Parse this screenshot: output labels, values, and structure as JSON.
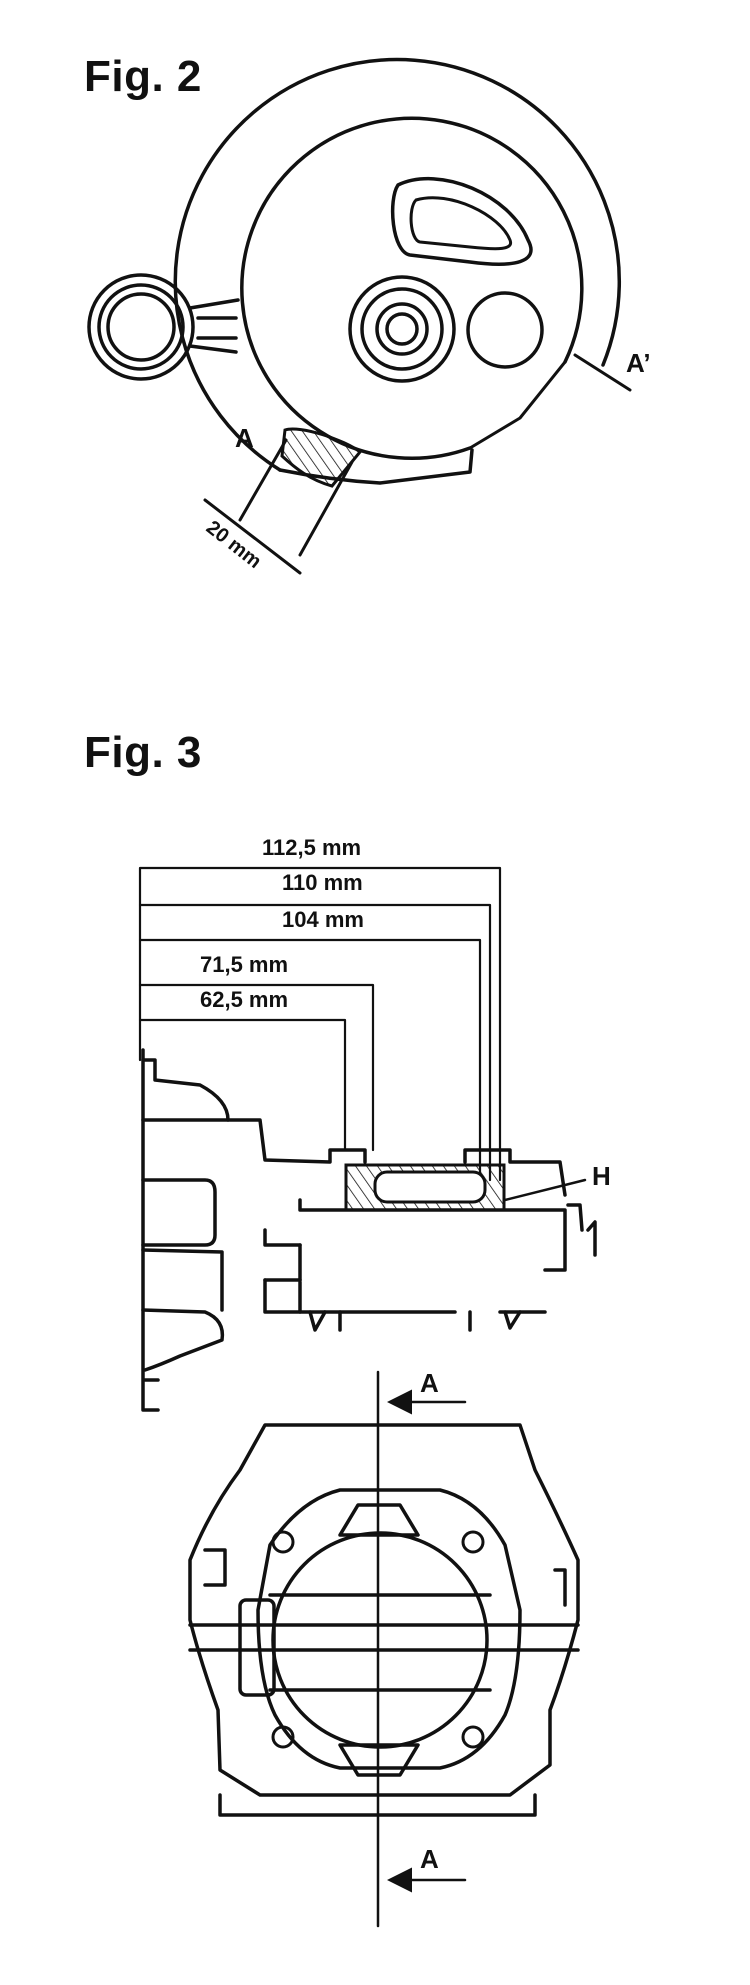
{
  "figures": {
    "fig2": {
      "title": "Fig. 2",
      "label_a": "A",
      "label_a_prime": "A’",
      "dimension": "20 mm"
    },
    "fig3": {
      "title": "Fig. 3",
      "dimensions": [
        "112,5 mm",
        "110 mm",
        "104 mm",
        "71,5 mm",
        "62,5 mm"
      ],
      "label_h": "H",
      "section_top": "A",
      "section_bottom": "A"
    }
  },
  "colors": {
    "ink": "#111111",
    "paper": "#ffffff"
  }
}
